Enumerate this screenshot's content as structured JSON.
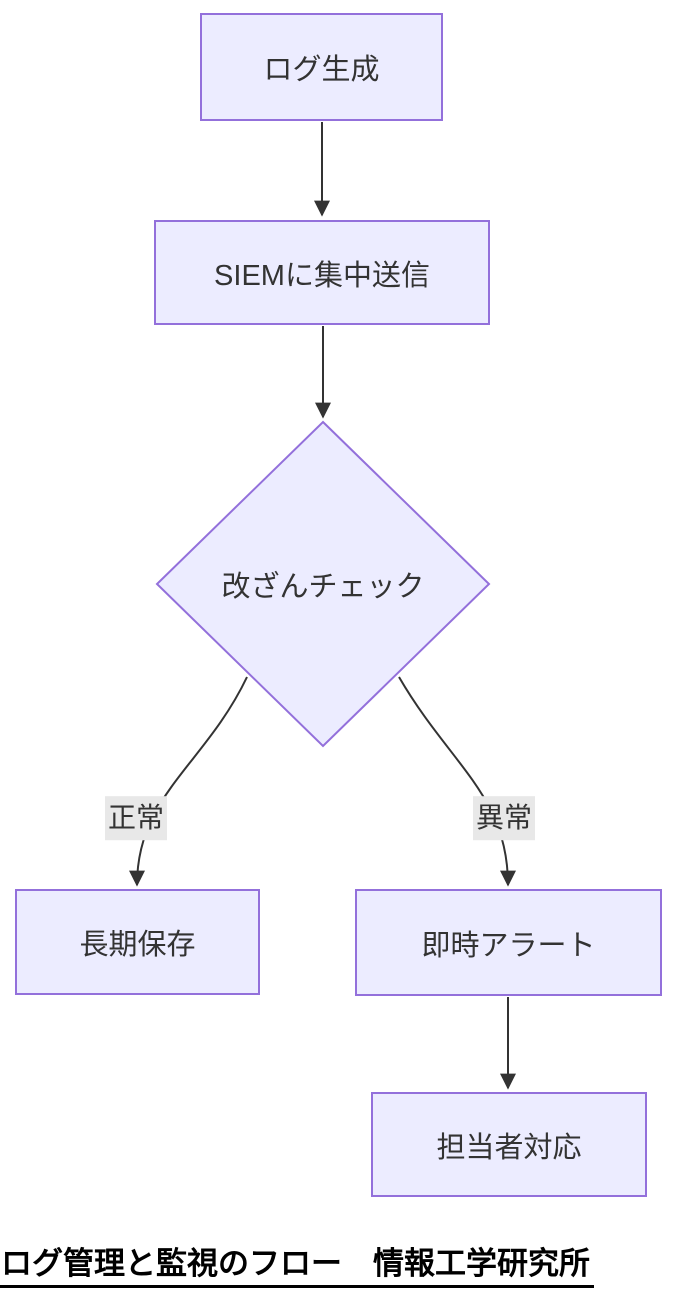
{
  "diagram": {
    "type": "flowchart",
    "title": "ログ管理と監視のフロー　情報工学研究所",
    "nodes": [
      {
        "id": "log-generation",
        "label": "ログ生成",
        "shape": "rectangle"
      },
      {
        "id": "siem-send",
        "label": "SIEMに集中送信",
        "shape": "rectangle"
      },
      {
        "id": "tamper-check",
        "label": "改ざんチェック",
        "shape": "diamond"
      },
      {
        "id": "long-term-storage",
        "label": "長期保存",
        "shape": "rectangle"
      },
      {
        "id": "immediate-alert",
        "label": "即時アラート",
        "shape": "rectangle"
      },
      {
        "id": "staff-response",
        "label": "担当者対応",
        "shape": "rectangle"
      }
    ],
    "edges": [
      {
        "from": "log-generation",
        "to": "siem-send",
        "label": ""
      },
      {
        "from": "siem-send",
        "to": "tamper-check",
        "label": ""
      },
      {
        "from": "tamper-check",
        "to": "long-term-storage",
        "label": "正常"
      },
      {
        "from": "tamper-check",
        "to": "immediate-alert",
        "label": "異常"
      },
      {
        "from": "immediate-alert",
        "to": "staff-response",
        "label": ""
      }
    ],
    "colors": {
      "node_fill": "#ECECFF",
      "node_border": "#9370DB",
      "edge_line": "#333333",
      "arrowhead": "#333333",
      "edge_label_bg": "#e8e8e8",
      "node_text": "#333333",
      "title_text": "#000000",
      "background": "#ffffff"
    }
  }
}
